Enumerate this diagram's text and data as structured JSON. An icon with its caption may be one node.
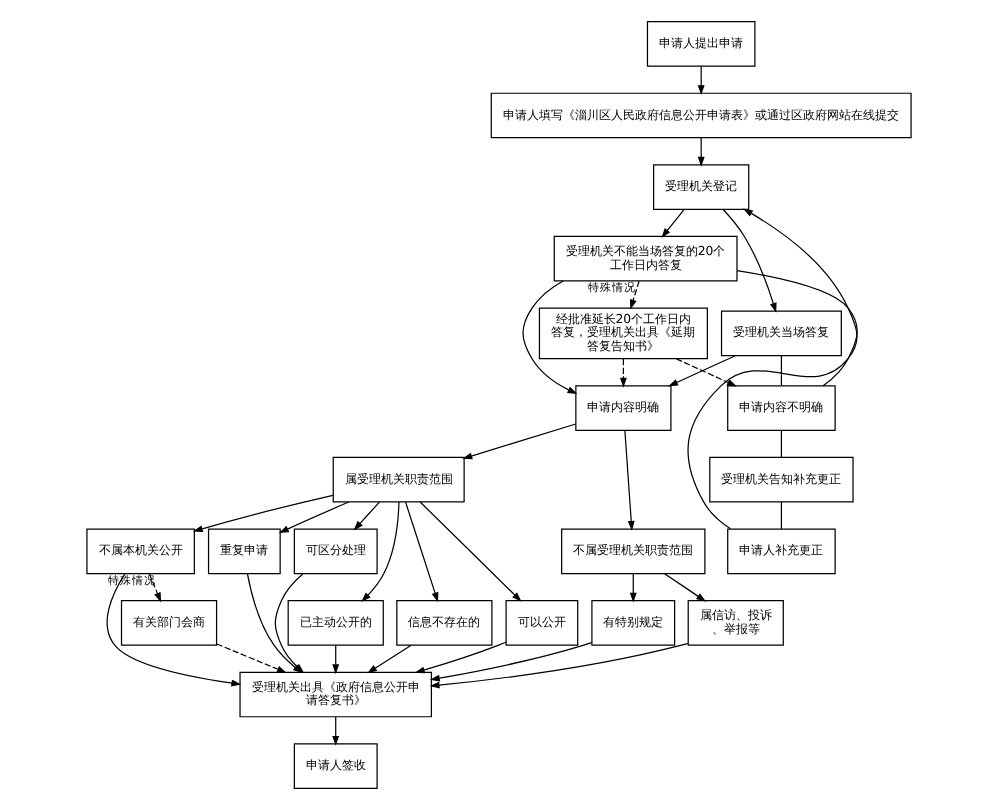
{
  "diagram": {
    "nodes": [
      {
        "text": [
          "申请人提出申请"
        ]
      },
      {
        "text": [
          "申请人填写《淄川区人民政府信息公开申请表》或通过区政府网站在线提交"
        ]
      },
      {
        "text": [
          "受理机关登记"
        ]
      },
      {
        "text": [
          "受理机关当场答复"
        ]
      },
      {
        "text": [
          "受理机关不能当场答复的20个工作日内答复"
        ]
      },
      {
        "text": [
          "经批准延长20个工作日内答复，受理机关出具《延期答复告知书》"
        ]
      },
      {
        "text": [
          "申请内容不明确"
        ]
      },
      {
        "text": [
          "受理机关告知补充更正"
        ]
      },
      {
        "text": [
          "申请人补充更正"
        ]
      },
      {
        "text": [
          "申请内容明确"
        ]
      },
      {
        "text": [
          "属受理机关职责范围"
        ]
      },
      {
        "text": [
          "不属受理机关职责范围"
        ]
      },
      {
        "text": [
          "已主动公开的"
        ]
      },
      {
        "text": [
          "信息不存在的"
        ]
      },
      {
        "text": [
          "可以公开"
        ]
      },
      {
        "text": [
          "不属本机关公开"
        ]
      },
      {
        "text": [
          "重复申请"
        ]
      },
      {
        "text": [
          "可区分处理"
        ]
      },
      {
        "text": [
          "有特别规定"
        ]
      },
      {
        "text": [
          "属信访、投诉、举报等"
        ]
      },
      {
        "text": [
          "有关部门会商"
        ]
      },
      {
        "text": [
          "受理机关出具《政府信息公开申请答复书》"
        ]
      },
      {
        "text": [
          "申请人签收"
        ]
      }
    ],
    "edges": [
      {
        "from": 0,
        "to": 1,
        "arrow": "to"
      },
      {
        "from": 1,
        "to": 2,
        "arrow": "to"
      },
      {
        "from": 2,
        "to": 3,
        "arrow": "to"
      },
      {
        "from": 2,
        "to": 4,
        "arrow": "to"
      },
      {
        "from": 4,
        "to": 5,
        "arrow": "to",
        "label": "特殊情况",
        "style": "dashed"
      },
      {
        "from": 5,
        "to": 6,
        "arrow": "to",
        "style": "dashed"
      },
      {
        "from": 5,
        "to": 9,
        "arrow": "to",
        "style": "dashed"
      },
      {
        "from": 3,
        "to": 6,
        "arrow": "none"
      },
      {
        "from": 3,
        "to": 9,
        "arrow": "to"
      },
      {
        "from": 4,
        "to": 6,
        "arrow": "none"
      },
      {
        "from": 4,
        "to": 9,
        "arrow": "to"
      },
      {
        "from": 6,
        "to": 7,
        "arrow": "none"
      },
      {
        "from": 7,
        "to": 8,
        "arrow": "none"
      },
      {
        "from": 8,
        "to": 2,
        "arrow": "to"
      },
      {
        "from": 9,
        "to": 10,
        "arrow": "to"
      },
      {
        "from": 9,
        "to": 11,
        "arrow": "to"
      },
      {
        "from": 10,
        "to": 12,
        "arrow": "to"
      },
      {
        "from": 10,
        "to": 13,
        "arrow": "to"
      },
      {
        "from": 10,
        "to": 14,
        "arrow": "to"
      },
      {
        "from": 10,
        "to": 15,
        "arrow": "to"
      },
      {
        "from": 10,
        "to": 16,
        "arrow": "to"
      },
      {
        "from": 10,
        "to": 17,
        "arrow": "to"
      },
      {
        "from": 11,
        "to": 18,
        "arrow": "to"
      },
      {
        "from": 11,
        "to": 19,
        "arrow": "to"
      },
      {
        "from": 12,
        "to": 21,
        "arrow": "to"
      },
      {
        "from": 13,
        "to": 21,
        "arrow": "to"
      },
      {
        "from": 14,
        "to": 21,
        "arrow": "to"
      },
      {
        "from": 15,
        "to": 21,
        "arrow": "to"
      },
      {
        "from": 16,
        "to": 21,
        "arrow": "to"
      },
      {
        "from": 17,
        "to": 21,
        "arrow": "to"
      },
      {
        "from": 15,
        "to": 20,
        "arrow": "to",
        "label": "特殊情况",
        "style": "dashed"
      },
      {
        "from": 20,
        "to": 21,
        "arrow": "to",
        "style": "dashed"
      },
      {
        "from": 18,
        "to": 21,
        "arrow": "to"
      },
      {
        "from": 19,
        "to": 21,
        "arrow": "to"
      },
      {
        "from": 21,
        "to": 22,
        "arrow": "to"
      }
    ]
  }
}
